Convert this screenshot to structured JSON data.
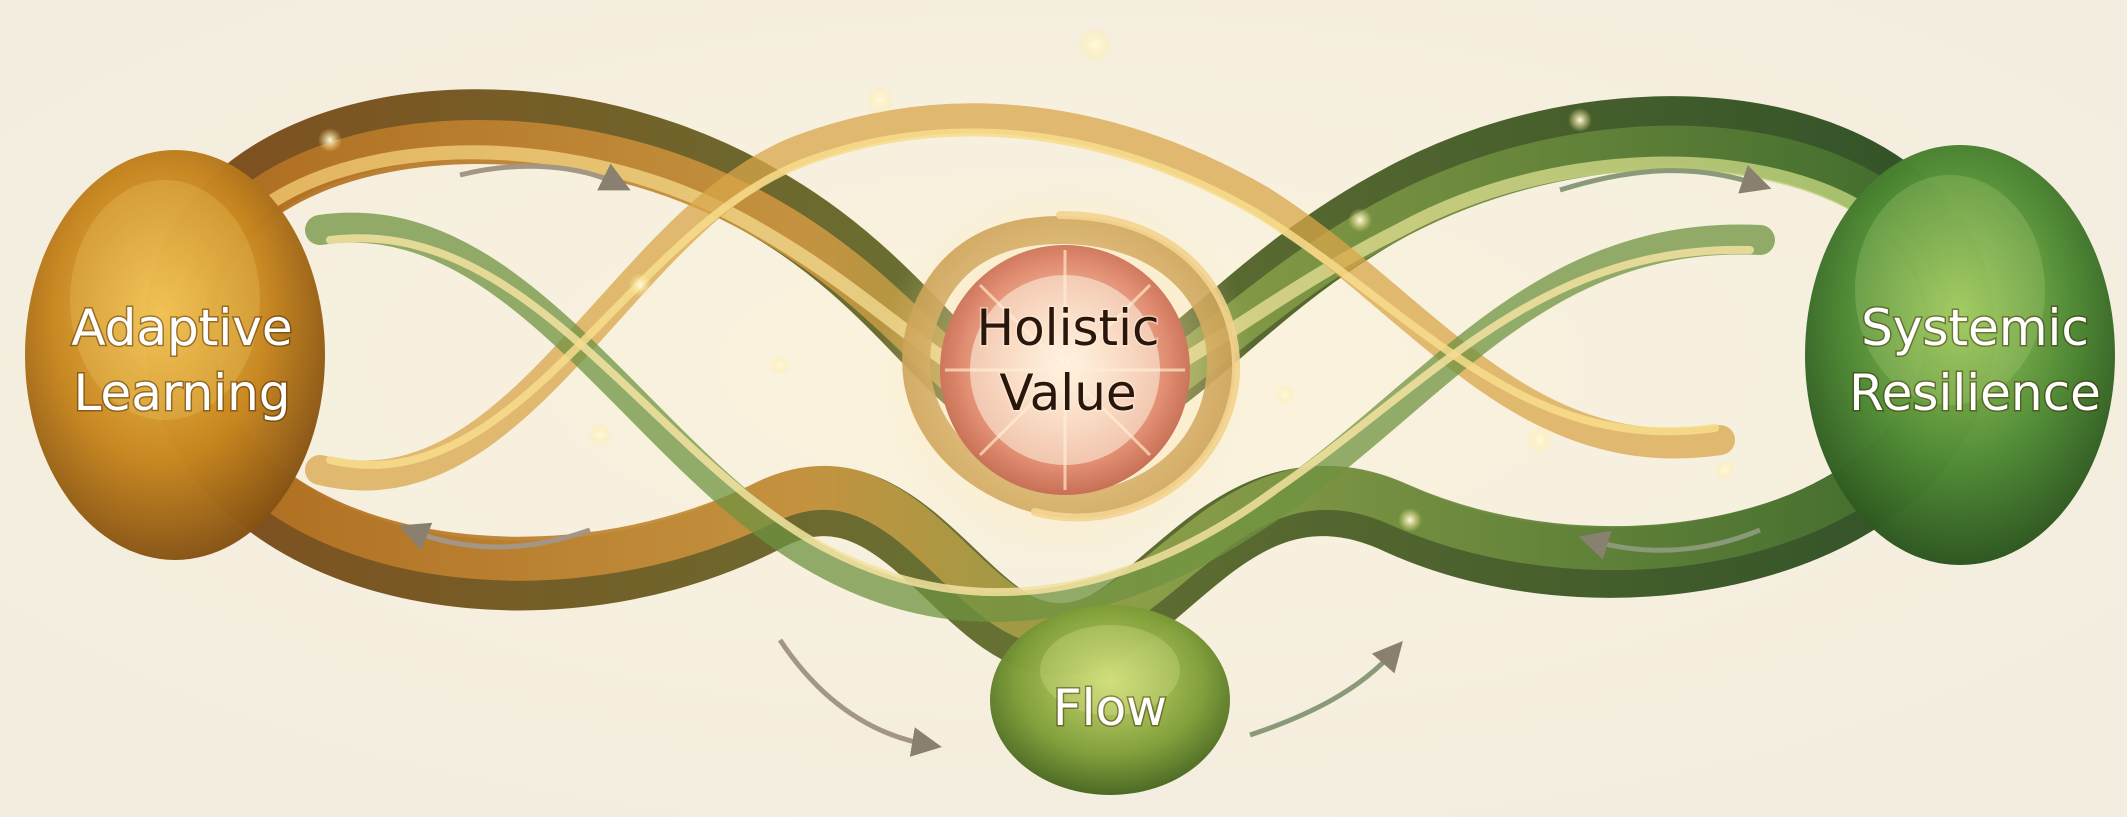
{
  "nodes": {
    "adaptive_learning": {
      "line1": "Adaptive",
      "line2": "Learning"
    },
    "holistic_value": {
      "line1": "Holistic",
      "line2": "Value"
    },
    "systemic_resilience": {
      "line1": "Systemic",
      "line2": "Resilience"
    },
    "flow": {
      "line1": "Flow"
    }
  },
  "colors": {
    "background": "#f6f1e4",
    "amber": "#c48a2c",
    "amber_dark": "#8a5318",
    "green": "#4f7a35",
    "green_dark": "#2f5a24",
    "gold_glow": "#ffe9a0",
    "core_red": "#d9826c"
  },
  "icons": [
    "curved-arrow-icon"
  ]
}
